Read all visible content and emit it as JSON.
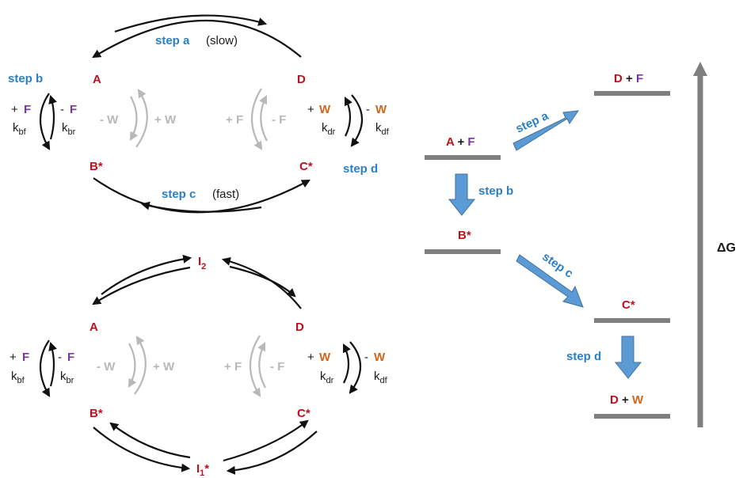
{
  "species": {
    "A": "A",
    "D": "D",
    "B_star": "B*",
    "C_star": "C*",
    "I2_base": "I",
    "I2_sub": "2",
    "I1_base": "I",
    "I1_sub": "1",
    "I1_star": "*"
  },
  "steps": {
    "a": "step a",
    "a_note": "(slow)",
    "b": "step b",
    "c": "step c",
    "c_note": "(fast)",
    "d": "step d"
  },
  "ligands": {
    "plus": "+",
    "minus": "-",
    "F": "F",
    "W": "W"
  },
  "rates": {
    "k": "k",
    "bf_1": "b",
    "bf_2": "f",
    "br_1": "b",
    "br_2": "r",
    "dr_1": "d",
    "dr_2": "r",
    "df_1": "d",
    "df_2": "f"
  },
  "energy": {
    "axis_label": "ΔG",
    "A_plus_F": [
      "A",
      "+",
      "F"
    ],
    "D_plus_F": [
      "D",
      "+",
      "F"
    ],
    "B_star": "B*",
    "C_star": "C*",
    "D_plus_W": [
      "D",
      "+",
      "W"
    ]
  },
  "colors": {
    "species_red": "#c0101e",
    "step_blue": "#2a7fc4",
    "F_purple": "#7a35a6",
    "W_orange": "#d0661c",
    "inactive_gray": "#b8b8b8",
    "level_gray": "#7f7f7f",
    "arrow_blue": "#5b9bd5"
  }
}
